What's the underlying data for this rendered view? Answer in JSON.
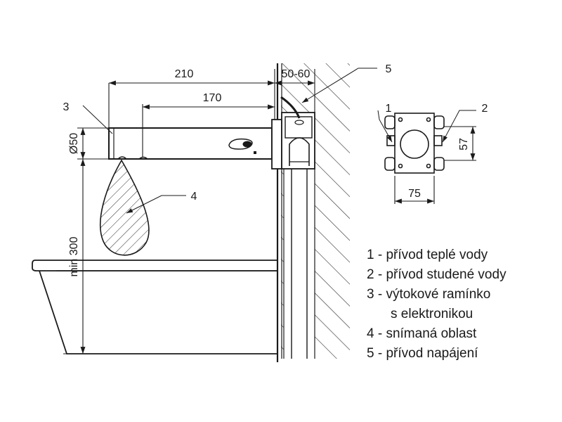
{
  "dimensions": {
    "d210": "210",
    "d170": "170",
    "d5060": "50-60",
    "d50": "Ø50",
    "dmin300": "min 300",
    "d57": "57",
    "d75": "75"
  },
  "callouts": {
    "c1": "1",
    "c2": "2",
    "c3": "3",
    "c4": "4",
    "c5": "5"
  },
  "legend": [
    "1 - přívod teplé vody",
    "2 - přívod studené vody",
    "3 - výtokové ramínko",
    "s elektronikou",
    "4 - snímaná oblast",
    "5 - přívod napájení"
  ],
  "colors": {
    "line": "#1a1a1a",
    "hatch": "#2a2a2a"
  }
}
